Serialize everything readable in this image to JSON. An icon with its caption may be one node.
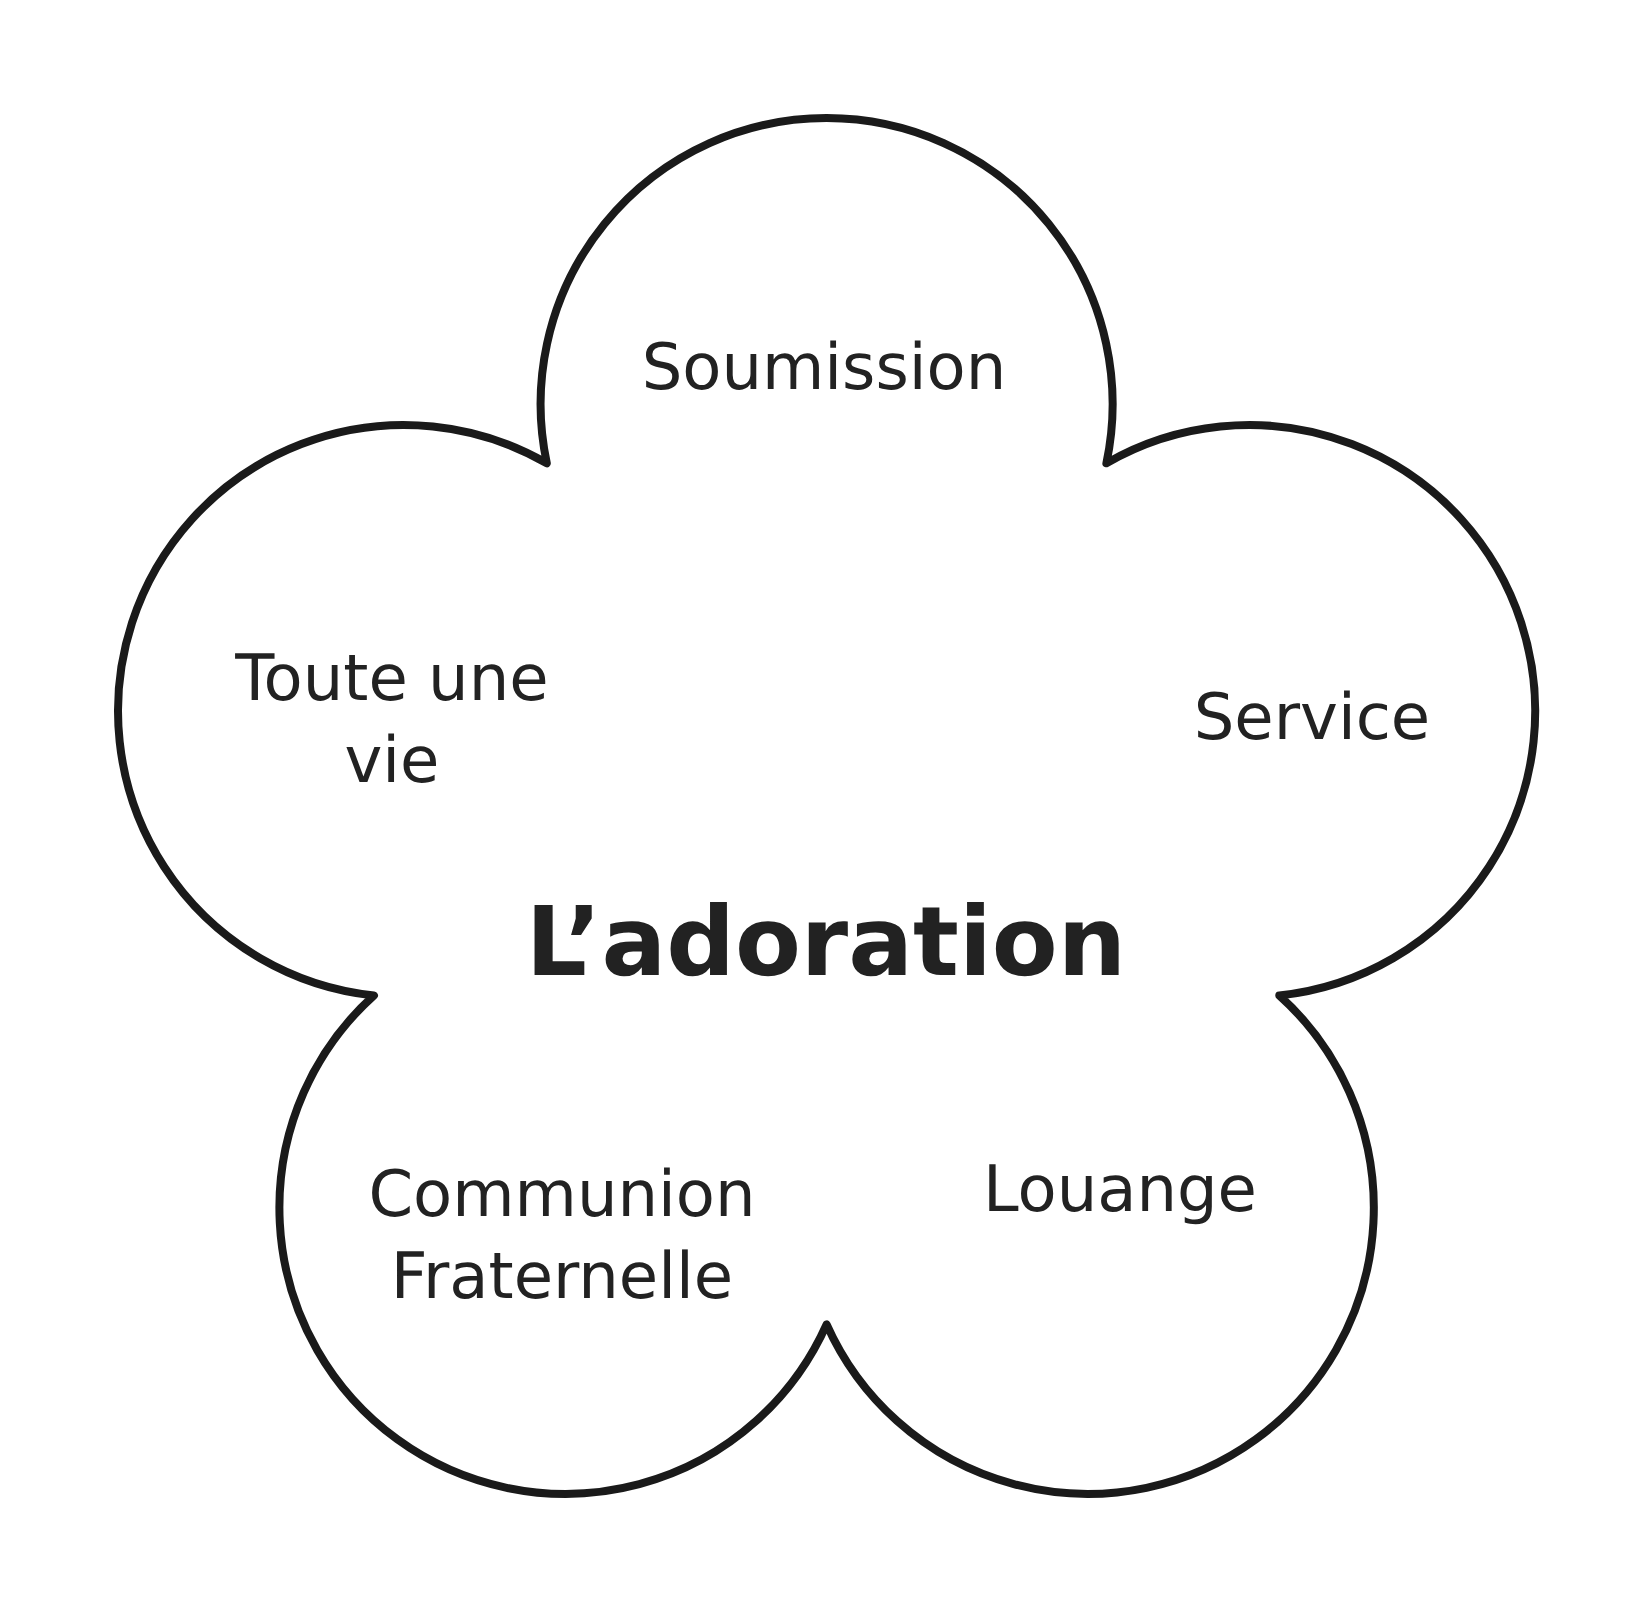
{
  "diagram": {
    "nodes": [
      {
        "text": [
          "Soumission",
          "Toute une vie",
          "Service",
          "L’adoration",
          "Communion Fraternelle",
          "Louange"
        ]
      }
    ]
  }
}
